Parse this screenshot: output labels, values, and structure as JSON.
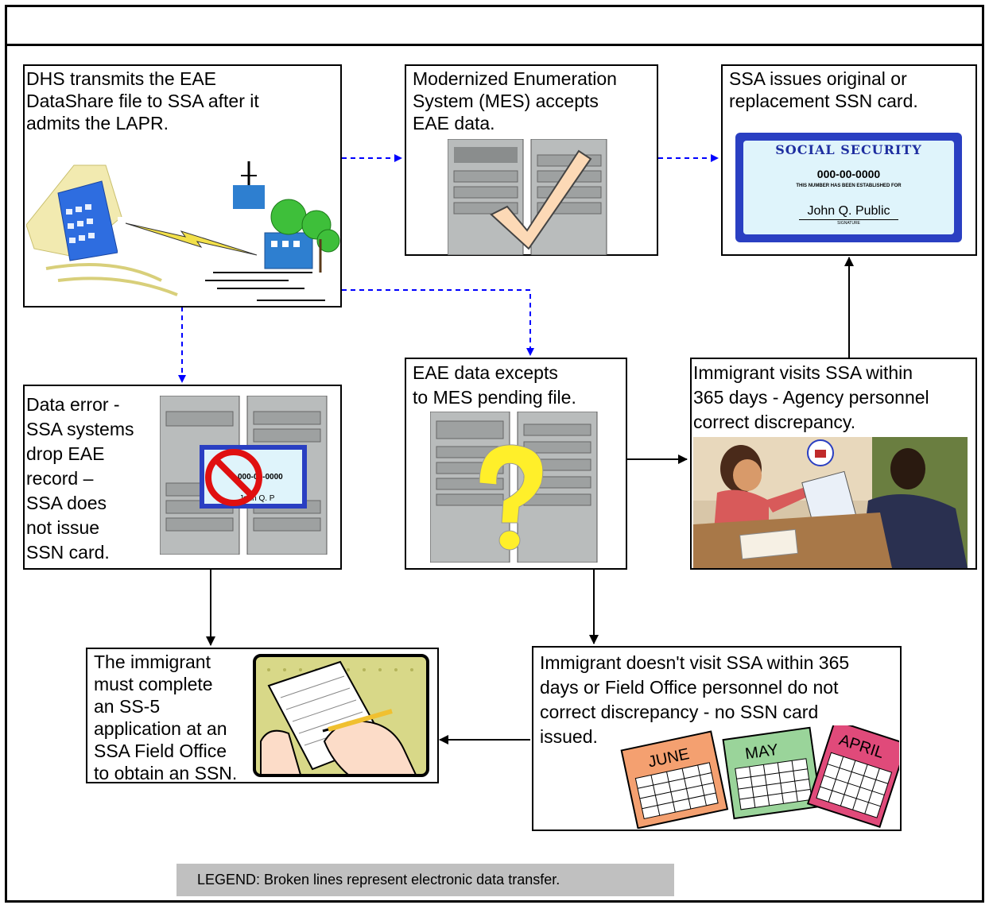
{
  "steps": {
    "dhs_transmit": "DHS transmits the EAE\nDataShare file to SSA after it\nadmits the LAPR.",
    "mes_accepts": "Modernized Enumeration\nSystem (MES) accepts\nEAE data.",
    "ssa_issues": "SSA issues original or\nreplacement SSN card.",
    "data_error": "Data error -\nSSA systems\ndrop EAE\nrecord –\nSSA does\nnot issue\nSSN card.",
    "mes_pending": "EAE data excepts\nto MES pending file.",
    "immigrant_visits": "Immigrant visits SSA within\n365 days - Agency personnel\ncorrect discrepancy.",
    "complete_ss5": "The immigrant\nmust complete\nan SS-5\napplication at an\nSSA Field Office\nto obtain an SSN.",
    "no_visit": " Immigrant doesn't visit SSA within 365\ndays or Field Office personnel do not\ncorrect discrepancy - no SSN card\nissued."
  },
  "card": {
    "header": "SOCIAL SECURITY",
    "number": "000-00-0000",
    "established": "THIS NUMBER HAS BEEN ESTABLISHED FOR",
    "name": "John Q. Public",
    "signature_label": "SIGNATURE"
  },
  "small_card": {
    "number": "000-00-0000",
    "name": "John Q. P"
  },
  "calendar_months": [
    "JUNE",
    "MAY",
    "APRIL"
  ],
  "legend": "LEGEND:  Broken lines represent electronic data transfer.",
  "colors": {
    "electronic_arrow": "#0000ff",
    "manual_arrow": "#000000"
  }
}
